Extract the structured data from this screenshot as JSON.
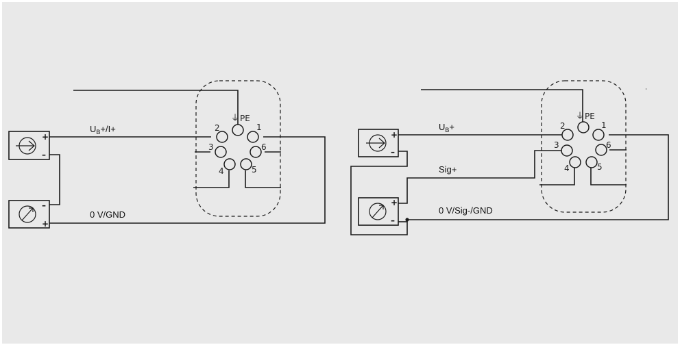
{
  "colors": {
    "background": "#e9e9e9",
    "frame": "#ffffff",
    "line": "#1a1a1a"
  },
  "left": {
    "supply_label": {
      "main": "U",
      "sub": "B",
      "rest": "+/I+"
    },
    "ground_label": "0 V/GND",
    "source_icon": "current-source-icon",
    "meter_icon": "meter-icon",
    "source_plus": "+",
    "source_minus": "–",
    "meter_plus": "+",
    "meter_minus": "–"
  },
  "right": {
    "supply_label": {
      "main": "U",
      "sub": "B",
      "rest": "+"
    },
    "signal_label": "Sig+",
    "ground_label": "0 V/Sig-/GND",
    "source_icon": "current-source-icon",
    "meter_icon": "meter-icon",
    "source_plus": "+",
    "source_minus": "–",
    "meter_plus": "+",
    "meter_minus": "–"
  },
  "connector": {
    "pe_symbol": "⏚",
    "pe_label": "PE",
    "pins": [
      "1",
      "2",
      "3",
      "4",
      "5",
      "6"
    ]
  }
}
